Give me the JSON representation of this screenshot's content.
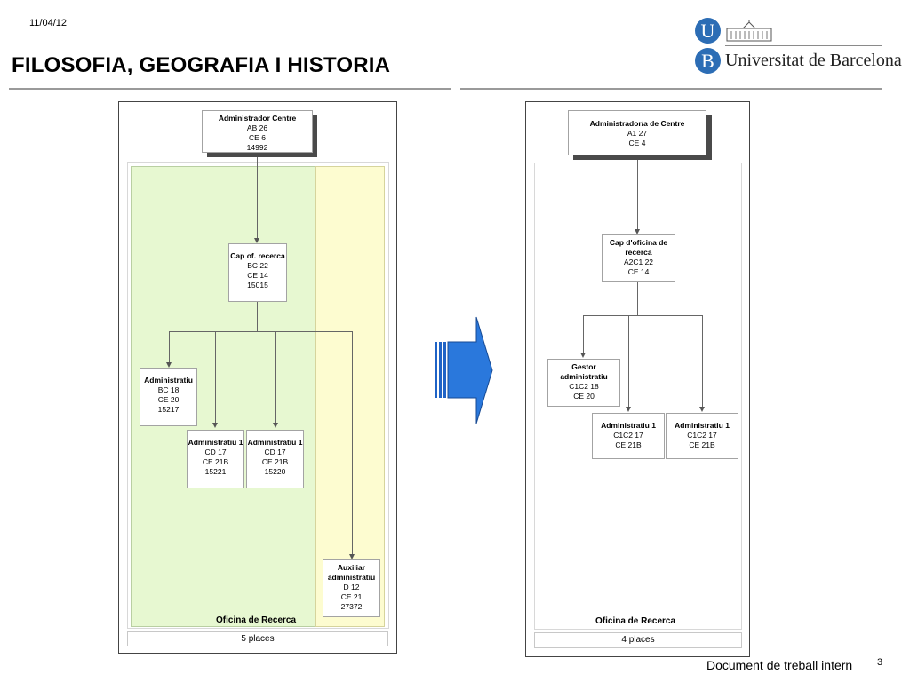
{
  "header": {
    "date": "11/04/12",
    "title": "FILOSOFIA, GEOGRAFIA I HISTORIA",
    "logo_u": "U",
    "logo_b": "B",
    "university": "Universitat de Barcelona"
  },
  "left_chart": {
    "top": {
      "title": "Administrador Centre",
      "lines": [
        "AB 26",
        "CE 6",
        "14992"
      ]
    },
    "cap": {
      "title": "Cap of. recerca",
      "lines": [
        "BC 22",
        "CE 14",
        "15015"
      ]
    },
    "admin": {
      "title": "Administratiu",
      "lines": [
        "BC 18",
        "CE 20",
        "15217"
      ]
    },
    "admin1a": {
      "title": "Administratiu 1",
      "lines": [
        "CD 17",
        "CE 21B",
        "15221"
      ]
    },
    "admin1b": {
      "title": "Administratiu 1",
      "lines": [
        "CD 17",
        "CE 21B",
        "15220"
      ]
    },
    "auxiliar": {
      "title": "Auxiliar administratiu",
      "lines": [
        "D 12",
        "CE 21",
        "27372"
      ]
    },
    "office": "Oficina de Recerca",
    "places": "5 places"
  },
  "right_chart": {
    "top": {
      "title": "Administrador/a de Centre",
      "lines": [
        "A1 27",
        "CE 4"
      ]
    },
    "cap": {
      "title": "Cap d'oficina de recerca",
      "lines": [
        "A2C1 22",
        "CE 14"
      ]
    },
    "gestor": {
      "title": "Gestor administratiu",
      "lines": [
        "C1C2 18",
        "CE 20"
      ]
    },
    "admin1a": {
      "title": "Administratiu 1",
      "lines": [
        "C1C2 17",
        "CE 21B"
      ]
    },
    "admin1b": {
      "title": "Administratiu 1",
      "lines": [
        "C1C2 17",
        "CE 21B"
      ]
    },
    "office": "Oficina de Recerca",
    "places": "4 places"
  },
  "footer": {
    "note": "Document de treball intern",
    "page": "3"
  },
  "colors": {
    "accent": "#2c6db5",
    "green_area": "#e7f8d1",
    "yellow_area": "#fdfcd0",
    "arrow": "#1f63c6"
  }
}
